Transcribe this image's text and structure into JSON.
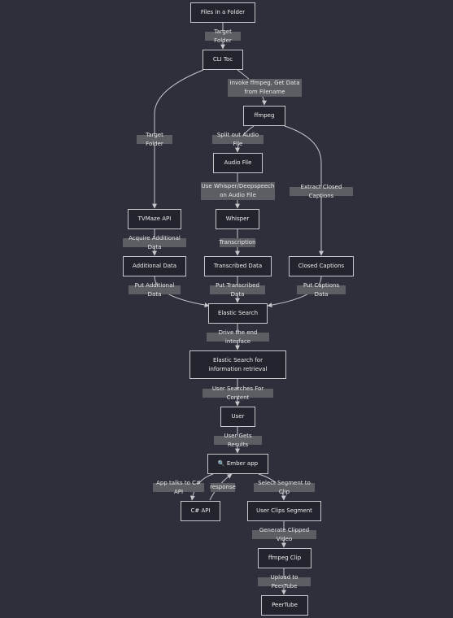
{
  "nodes": {
    "files_folder": "Files in a Folder",
    "cli_toc": "CLI Toc",
    "ffmpeg": "ffmpeg",
    "audio_file": "Audio File",
    "tvmaze_api": "TVMaze API",
    "whisper": "Whisper",
    "additional_data": "Additional Data",
    "transcribed_data": "Transcribed Data",
    "closed_captions": "Closed Captions",
    "elastic_search": "Elastic Search",
    "elastic_search_retrieval": "Elastic Search for\ninformation retrieval",
    "user": "User",
    "ember_app": "🔍 Ember app",
    "csharp_api": "C# API",
    "user_clips_segment": "User Clips Segment",
    "ffmpeg_clip": "ffmpeg Clip",
    "peertube": "PeerTube"
  },
  "edge_labels": {
    "target_folder_1": "Target Folder",
    "invoke_ffmpeg": "Invoke ffmpeg, Get Data\nfrom Filename",
    "target_folder_2": "Target Folder",
    "split_audio": "Split out Audio File",
    "extract_cc": "Extract Closed Captions",
    "use_whisper": "Use Whisper/Deepspeech\non Audio File",
    "acquire_data": "Acquire Additional Data",
    "transcription": "Transcription",
    "put_additional": "Put Additional Data",
    "put_transcribed": "Put Transcribed Data",
    "put_captions": "Put Captions Data",
    "drive_interface": "Drive the end interface",
    "user_searches": "User Searches For Content",
    "user_gets_results": "User Gets Results",
    "app_talks": "App talks to C# API",
    "response": "response",
    "select_segment": "Select Segment to Clip",
    "generate_clipped": "Generate Clipped Video",
    "upload_peertube": "Upload to PeerTube"
  },
  "colors": {
    "background": "#2d2f3b",
    "node_fill": "#23242d",
    "node_border": "#c7c8cc",
    "edge": "#c7c8cc",
    "label_bg": "#5d5e63"
  }
}
